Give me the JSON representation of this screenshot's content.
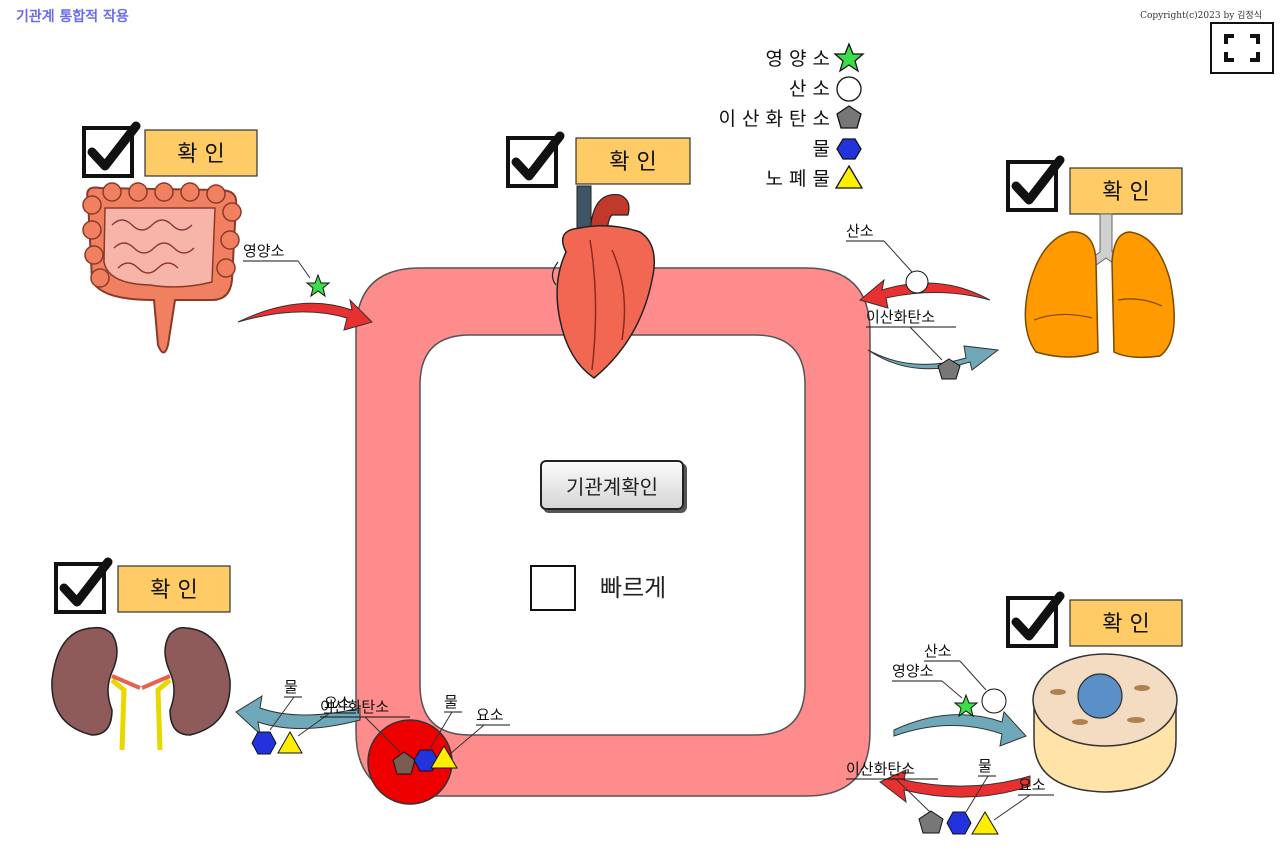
{
  "app": {
    "title": "기관계 통합적 작용",
    "copyright": "Copyright(c)2023 by 김정식"
  },
  "legend": {
    "nutrient": "영 양 소",
    "oxygen": "산 소",
    "co2": "이 산 화 탄 소",
    "water": "물",
    "waste": "노 폐 물"
  },
  "confirm_label": "확 인",
  "center": {
    "button_label": "기관계확인",
    "fast_label": "빠르게",
    "fast_checked": false
  },
  "organs": {
    "digestive": {
      "checked": true,
      "label_nutrient": "영양소"
    },
    "heart": {
      "checked": true
    },
    "lungs": {
      "checked": true,
      "label_oxygen": "산소",
      "label_co2": "이산화탄소"
    },
    "kidneys": {
      "checked": true,
      "label_water": "물",
      "label_urea": "요소"
    },
    "blood": {
      "label_co2": "이산화탄소",
      "label_water": "물",
      "label_urea": "요소"
    },
    "cell": {
      "checked": true,
      "label_oxygen": "산소",
      "label_nutrient": "영양소",
      "label_co2": "이산화탄소",
      "label_water": "물",
      "label_urea": "요소"
    }
  },
  "colors": {
    "vessel": "#ff8c8c",
    "vessel_stroke": "#555555",
    "confirm_box": "#ffcb66",
    "star": "#3ddc4a",
    "water": "#2233dd",
    "waste": "#ffee00",
    "co2": "#777777",
    "arrow_red": "#e83030",
    "arrow_teal": "#6fa8b8",
    "blood": "#ee0000",
    "lung": "#ff9a00",
    "intestine": "#f08060",
    "kidney": "#8e5a5a",
    "title": "#6a6cf0"
  }
}
